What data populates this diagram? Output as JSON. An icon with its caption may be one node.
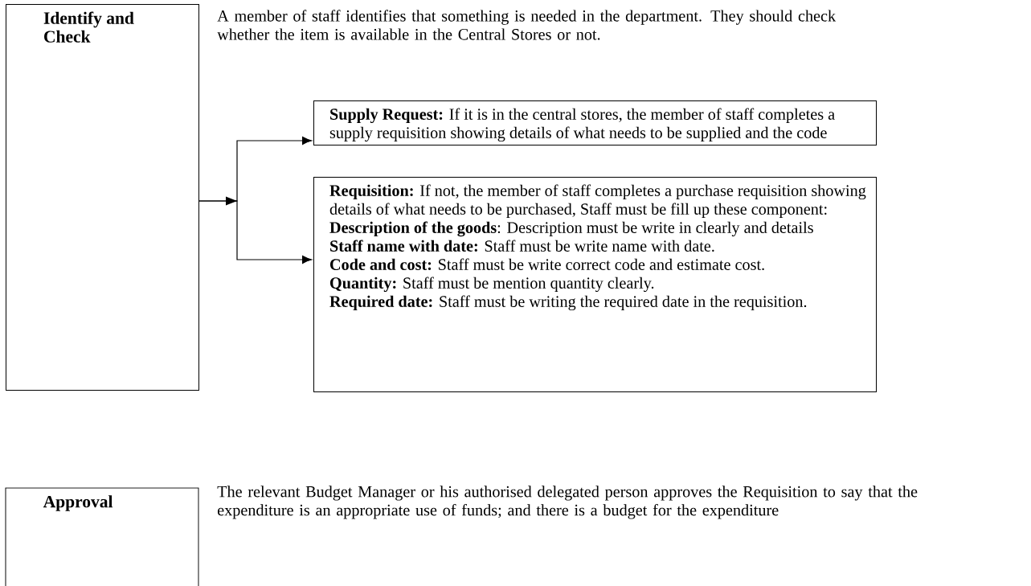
{
  "diagram": {
    "nodes": [
      {
        "text": [
          "Identify and Check"
        ],
        "beside": [
          "A member of staff identifies that something is needed in the department. They should check whether the item is available in the Central Stores or not."
        ]
      },
      {
        "text": [
          "**Supply Request:** If it is in the central stores, the member of staff completes a supply requisition showing details of what needs to be supplied and the code"
        ]
      },
      {
        "text": [
          "**Requisition:** If not, the member of staff completes a purchase requisition showing details of what needs to be purchased, Staff must be fill up these component:",
          "**Description of the goods**: Description must be write in clearly and details",
          "**Staff name with date:** Staff must be write name with date.",
          "**Code and cost:** Staff must be write correct code and estimate cost.",
          "**Quantity:** Staff must be mention quantity clearly.",
          "**Required date:** Staff must be writing the required date in the requisition."
        ]
      },
      {
        "text": [
          "Approval"
        ],
        "beside": [
          "The relevant Budget Manager or his authorised delegated person approves the Requisition to say that the expenditure is an appropriate use of funds; and there is a budget for the expenditure"
        ]
      }
    ],
    "edges": [
      {
        "from": 0,
        "to": 1,
        "arrow": "to"
      },
      {
        "from": 0,
        "to": 2,
        "arrow": "to"
      }
    ]
  }
}
